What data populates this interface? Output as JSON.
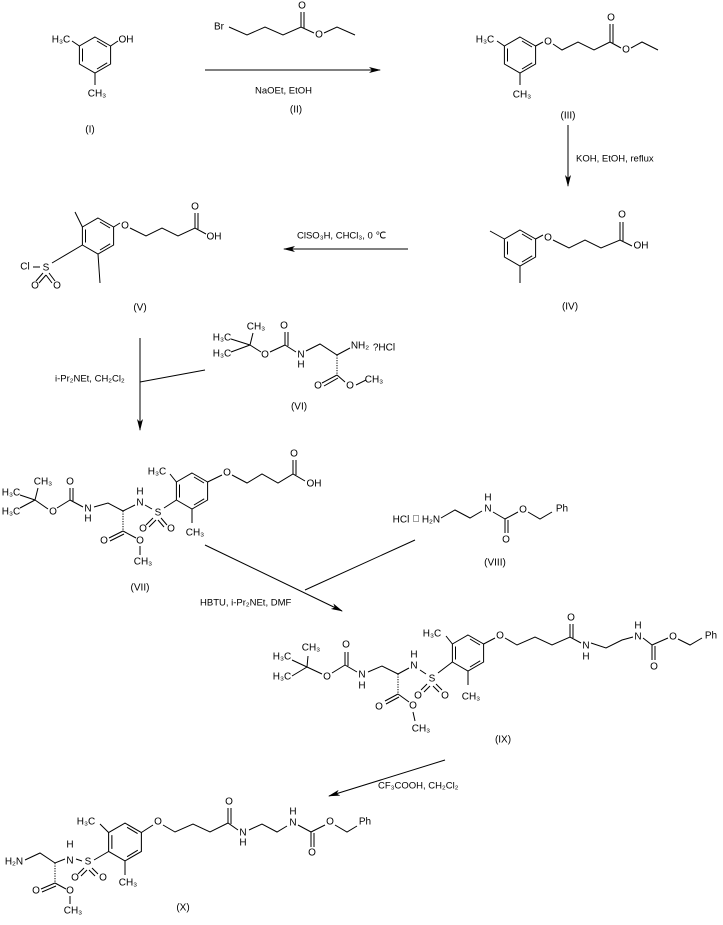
{
  "compounds": {
    "I": "(I)",
    "II": "(II)",
    "III": "(III)",
    "IV": "(IV)",
    "V": "(V)",
    "VI": "(VI)",
    "VII": "(VII)",
    "VIII": "(VIII)",
    "IX": "(IX)",
    "X": "(X)"
  },
  "reagents": {
    "step1": "NaOEt, EtOH",
    "step2": "KOH, EtOH, reflux",
    "step3": "ClSO₃H, CHCl₃, 0 ℃",
    "step4": "i-Pr₂NEt, CH₂Cl₂",
    "step5": "HBTU, i-Pr₂NEt, DMF",
    "step6": "CF₃COOH, CH₂Cl₂"
  },
  "atoms": {
    "I": [
      "OH",
      "H₃C",
      "CH₃"
    ],
    "II": [
      "Br",
      "O",
      "O"
    ],
    "III": [
      "H₃C",
      "CH₃",
      "O",
      "O",
      "O"
    ],
    "IV": [
      "O",
      "O",
      "OH"
    ],
    "V": [
      "O",
      "O",
      "OH",
      "S",
      "Cl",
      "O",
      "O"
    ],
    "VI": [
      "H₃C",
      "H₃C",
      "CH₃",
      "O",
      "O",
      "N",
      "H",
      "NH₂",
      "?HCl",
      "O",
      "O",
      "CH₃"
    ],
    "VII": [
      "H₃C",
      "H₃C",
      "CH₃",
      "O",
      "O",
      "N",
      "H",
      "N",
      "H",
      "S",
      "O",
      "O",
      "O",
      "O",
      "CH₃",
      "H₃C",
      "CH₃",
      "O",
      "O",
      "OH"
    ],
    "VIII": [
      "HCl",
      "□",
      "H₂N",
      "N",
      "H",
      "O",
      "O",
      "Ph"
    ],
    "IX": [
      "H₃C",
      "H₃C",
      "CH₃",
      "O",
      "O",
      "N",
      "H",
      "N",
      "H",
      "S",
      "O",
      "O",
      "O",
      "O",
      "CH₃",
      "H₃C",
      "CH₃",
      "O",
      "O",
      "N",
      "H",
      "N",
      "H",
      "O",
      "O",
      "Ph"
    ],
    "X": [
      "H₂N",
      "N",
      "H",
      "S",
      "O",
      "O",
      "O",
      "O",
      "CH₃",
      "H₃C",
      "CH₃",
      "O",
      "O",
      "N",
      "H",
      "N",
      "H",
      "O",
      "O",
      "Ph"
    ]
  }
}
